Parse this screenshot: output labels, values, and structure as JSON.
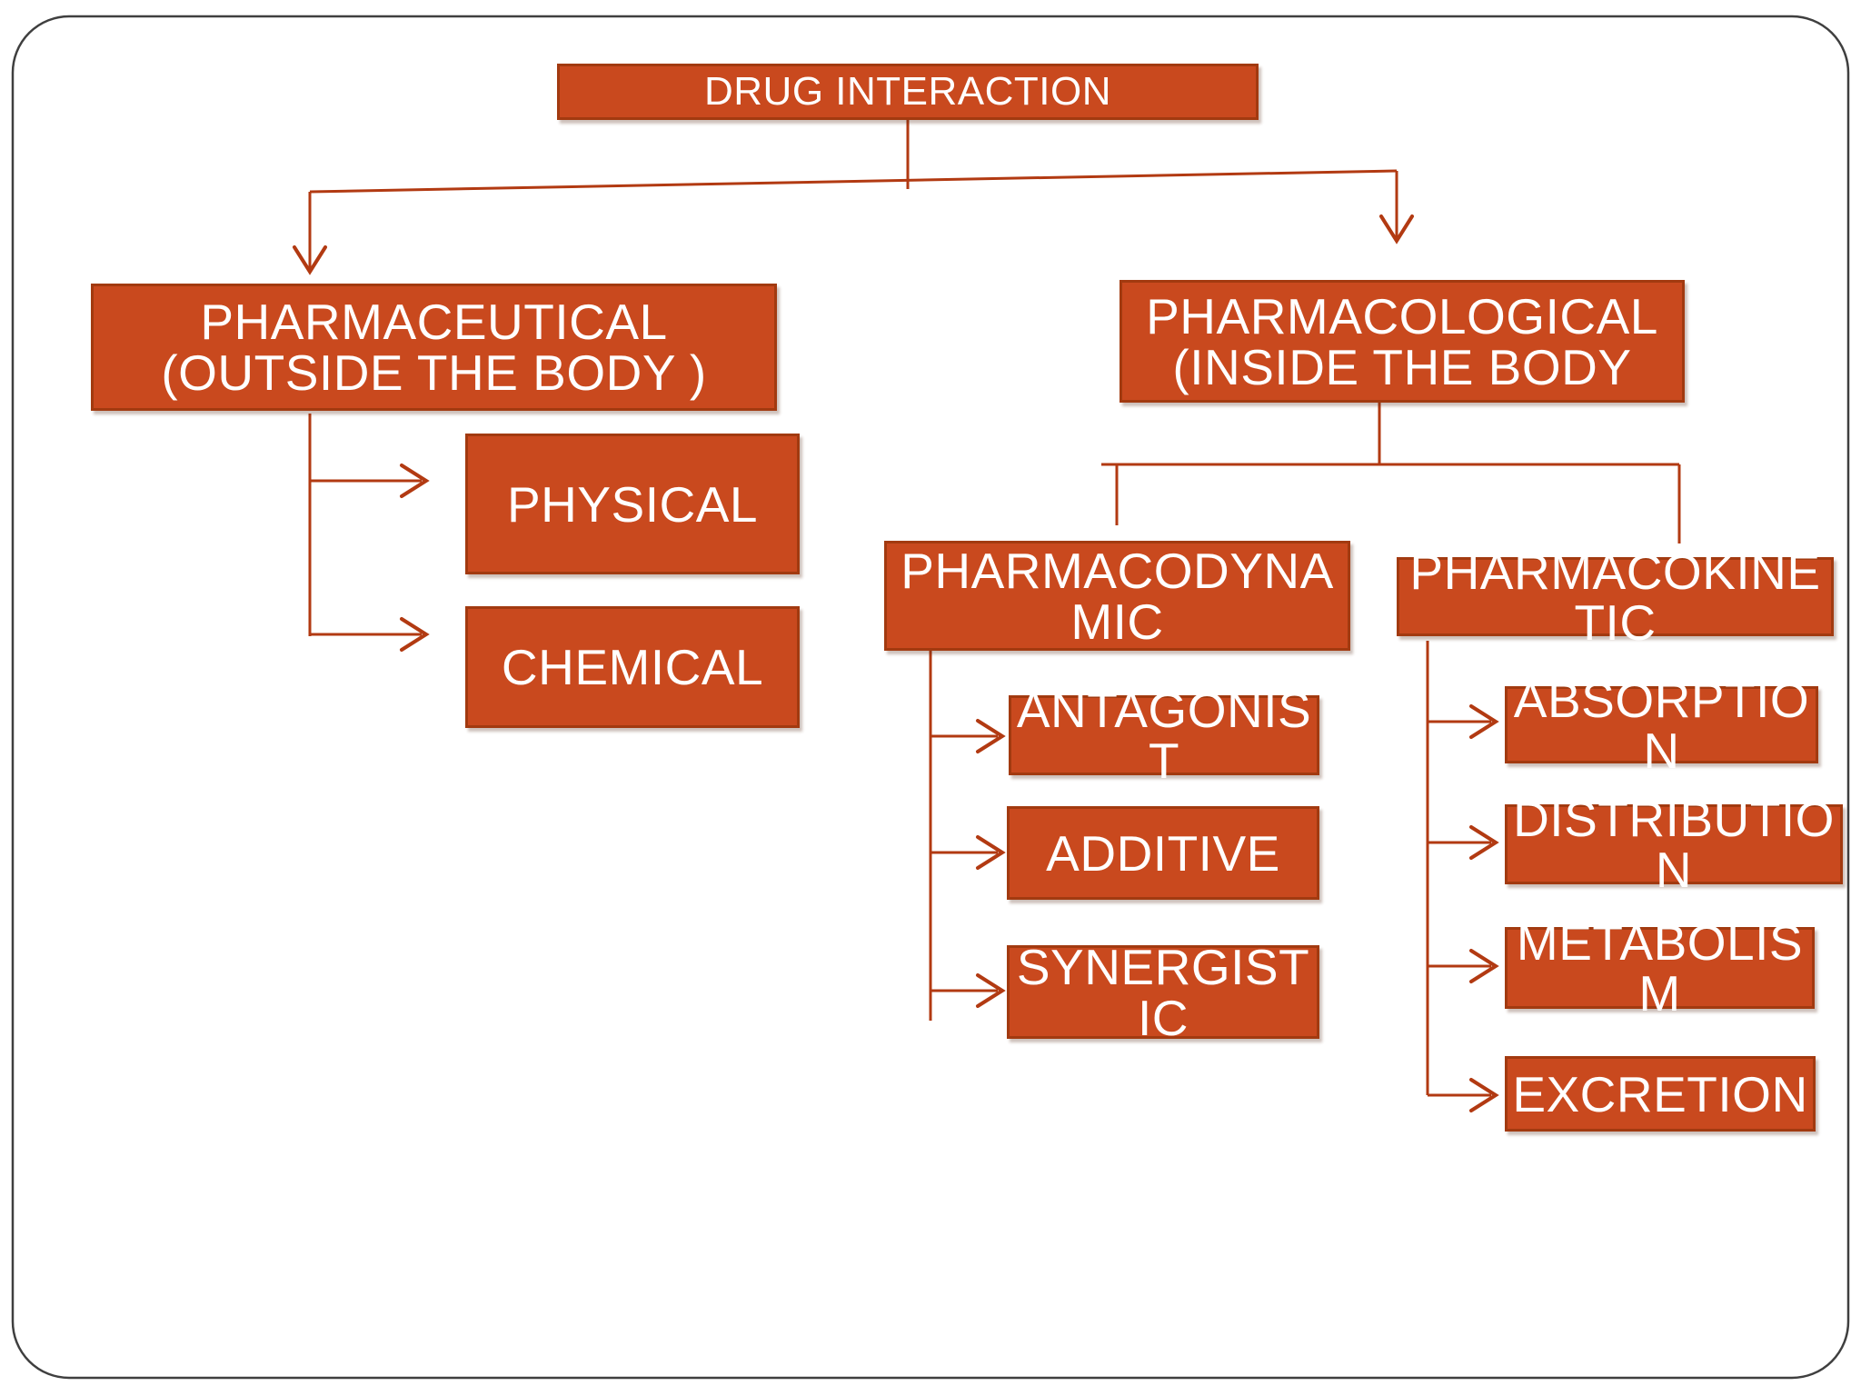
{
  "slide": {
    "title": "DRUG INTERACTION"
  },
  "theme": {
    "background": "#FFFFFF",
    "box_fill": "#C9491E",
    "box_border": "#A23A10",
    "line_color": "#B23A12",
    "text_color": "#FFFFFF",
    "slide_border": "#3F3F3F"
  },
  "nodes": {
    "drug_interaction": {
      "label": "DRUG INTERACTION"
    },
    "pharmaceutical": {
      "label": "PHARMACEUTICAL\n(OUTSIDE THE BODY )"
    },
    "physical": {
      "label": "PHYSICAL"
    },
    "chemical": {
      "label": "CHEMICAL"
    },
    "pharmacological": {
      "label": "PHARMACOLOGICAL\n(INSIDE THE BODY"
    },
    "pharmacodynamic": {
      "label": "PHARMACODYNA\nMIC"
    },
    "pharmacokinetic": {
      "label": "PHARMACOKINE\nTIC"
    },
    "antagonist": {
      "label": "ANTAGONIS\nT"
    },
    "additive": {
      "label": "ADDITIVE"
    },
    "synergistic": {
      "label": "SYNERGIST\nIC"
    },
    "absorption": {
      "label": "ABSORPTIO\nN"
    },
    "distribution": {
      "label": "DISTRIBUTIO\nN"
    },
    "metabolism": {
      "label": "METABOLIS\nM"
    },
    "excretion": {
      "label": "EXCRETION"
    }
  },
  "chart_data": {
    "type": "table",
    "title": "DRUG INTERACTION",
    "hierarchy": {
      "DRUG INTERACTION": {
        "PHARMACEUTICAL (OUTSIDE THE BODY )": [
          "PHYSICAL",
          "CHEMICAL"
        ],
        "PHARMACOLOGICAL (INSIDE THE BODY": {
          "PHARMACODYNAMIC": [
            "ANTAGONIST",
            "ADDITIVE",
            "SYNERGISTIC"
          ],
          "PHARMACOKINETIC": [
            "ABSORPTION",
            "DISTRIBUTION",
            "METABOLISM",
            "EXCRETION"
          ]
        }
      }
    }
  }
}
